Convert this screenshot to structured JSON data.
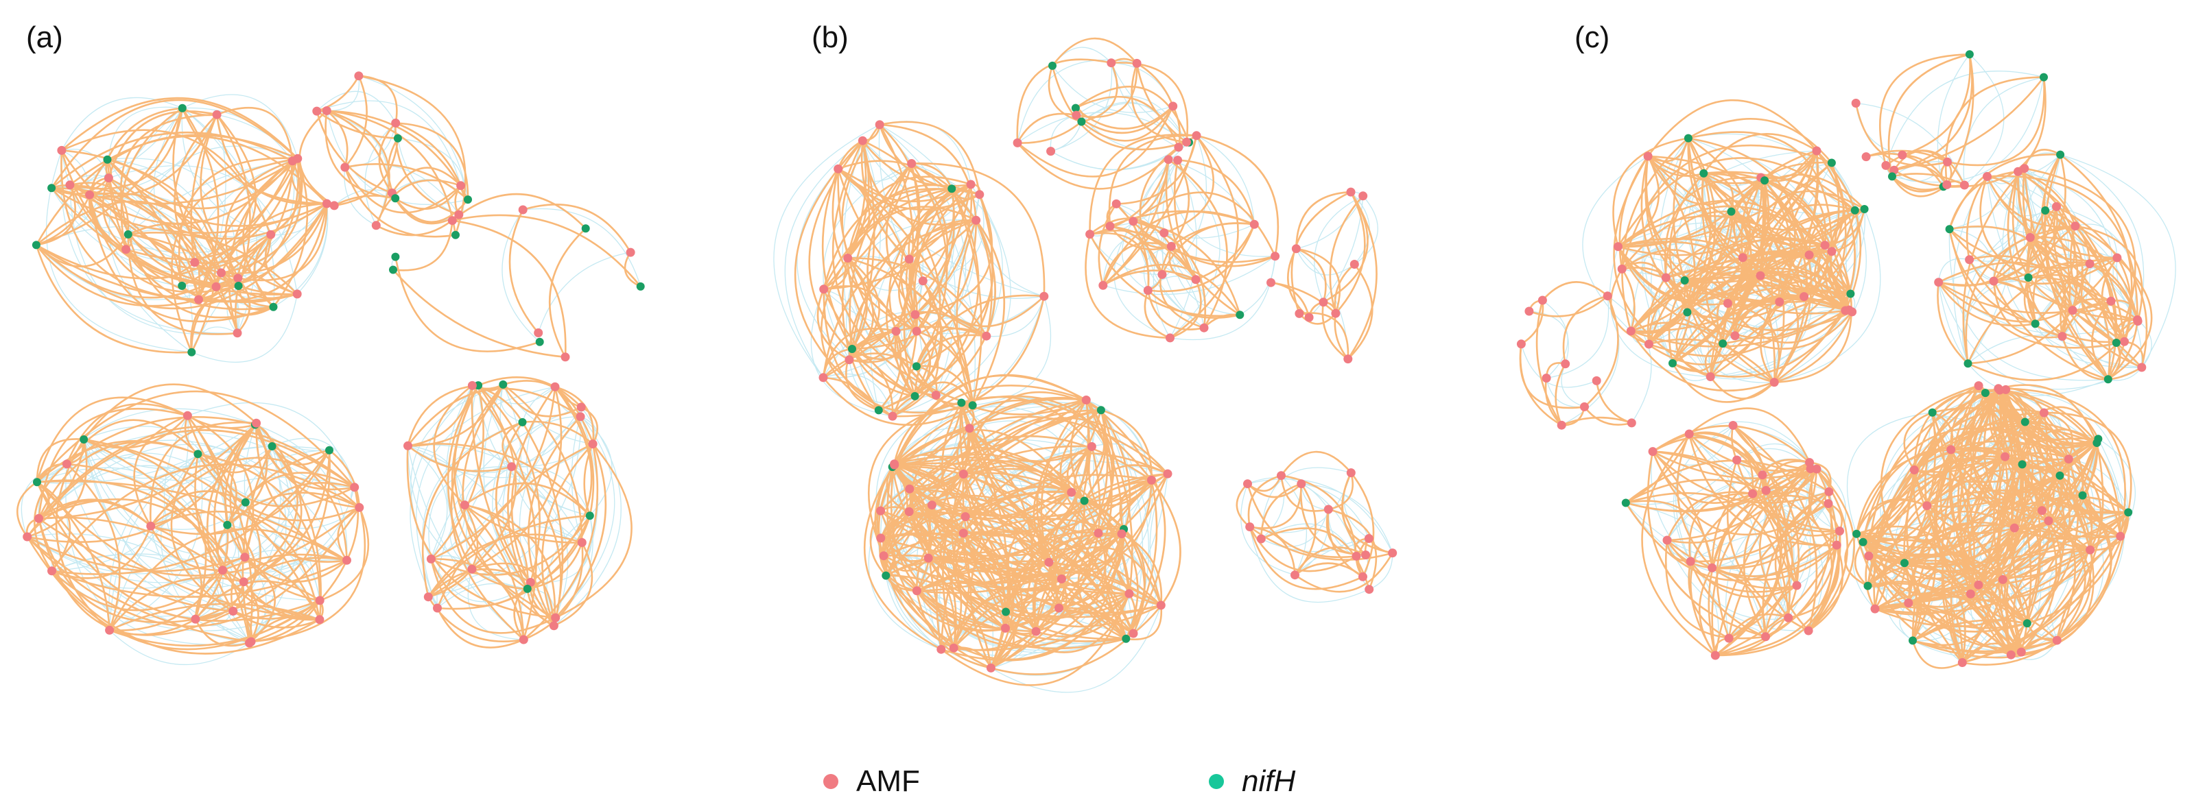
{
  "panels": [
    {
      "label": "(a)"
    },
    {
      "label": "(b)"
    },
    {
      "label": "(c)"
    }
  ],
  "legend": [
    {
      "label": "AMF",
      "color": "#f07b82"
    },
    {
      "label": "nifH",
      "color": "#18c79a"
    }
  ],
  "colors": {
    "amf_node": "#f07b82",
    "nifh_node": "#1a9e63",
    "positive_edge": "#f8b878",
    "negative_edge": "#c5e9f2"
  }
}
